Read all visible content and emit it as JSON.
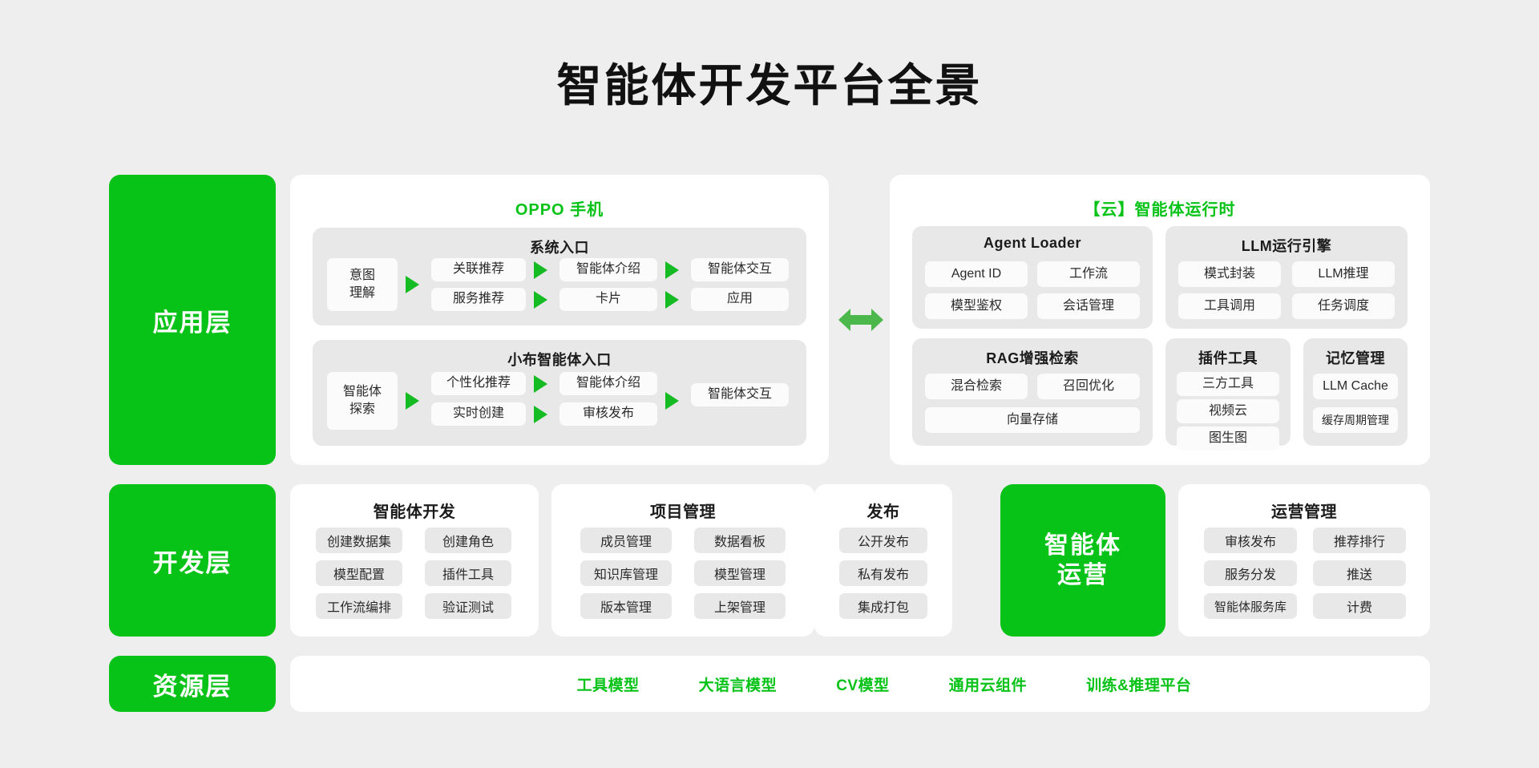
{
  "title": "智能体开发平台全景",
  "colors": {
    "green": "#07c217",
    "arrow_green": "#15bb22",
    "bg": "#eeeeee",
    "panel": "#ffffff",
    "group": "#e8e8e8"
  },
  "layers": [
    {
      "name": "application",
      "label": "应用层"
    },
    {
      "name": "development",
      "label": "开发层"
    },
    {
      "name": "resource",
      "label": "资源层"
    }
  ],
  "phone_panel": {
    "title": "OPPO 手机",
    "groups": [
      {
        "title": "系统入口",
        "entry": "意图\n理解",
        "entry_line1": "意图",
        "entry_line2": "理解",
        "rows": [
          {
            "a": "关联推荐",
            "b": "智能体介绍",
            "c": "智能体交互"
          },
          {
            "a": "服务推荐",
            "b": "卡片",
            "c": "应用"
          }
        ]
      },
      {
        "title": "小布智能体入口",
        "entry_line1": "智能体",
        "entry_line2": "探索",
        "rows": [
          {
            "a": "个性化推荐",
            "b": "智能体介绍",
            "c": "智能体交互"
          },
          {
            "a": "实时创建",
            "b": "审核发布",
            "c": ""
          }
        ]
      }
    ]
  },
  "cloud_panel": {
    "title": "【云】智能体运行时",
    "cards": [
      {
        "title": "Agent Loader",
        "chips": [
          "Agent ID",
          "工作流",
          "模型鉴权",
          "会话管理"
        ]
      },
      {
        "title": "LLM运行引擎",
        "chips": [
          "模式封装",
          "LLM推理",
          "工具调用",
          "任务调度"
        ]
      },
      {
        "title": "RAG增强检索",
        "chips": [
          "混合检索",
          "召回优化",
          "向量存储"
        ]
      },
      {
        "title": "插件工具",
        "chips": [
          "三方工具",
          "视频云",
          "图生图"
        ]
      },
      {
        "title": "记忆管理",
        "chips": [
          "LLM Cache",
          "缓存周期管理"
        ]
      }
    ]
  },
  "dev_layer": {
    "cards": [
      {
        "title": "智能体开发",
        "chips": [
          "创建数据集",
          "创建角色",
          "模型配置",
          "插件工具",
          "工作流编排",
          "验证测试"
        ]
      },
      {
        "title": "项目管理",
        "chips": [
          "成员管理",
          "数据看板",
          "知识库管理",
          "模型管理",
          "版本管理",
          "上架管理"
        ]
      },
      {
        "title": "发布",
        "chips": [
          "公开发布",
          "私有发布",
          "集成打包"
        ]
      }
    ],
    "ops_tile": {
      "line1": "智能体",
      "line2": "运营"
    },
    "ops_card": {
      "title": "运营管理",
      "chips": [
        "审核发布",
        "推荐排行",
        "服务分发",
        "推送",
        "智能体服务库",
        "计费"
      ]
    }
  },
  "resource_layer": {
    "items": [
      "工具模型",
      "大语言模型",
      "CV模型",
      "通用云组件",
      "训练&推理平台"
    ]
  },
  "icons": {
    "arrow_right": "arrow-right-icon",
    "double_arrow": "double-arrow-icon"
  }
}
